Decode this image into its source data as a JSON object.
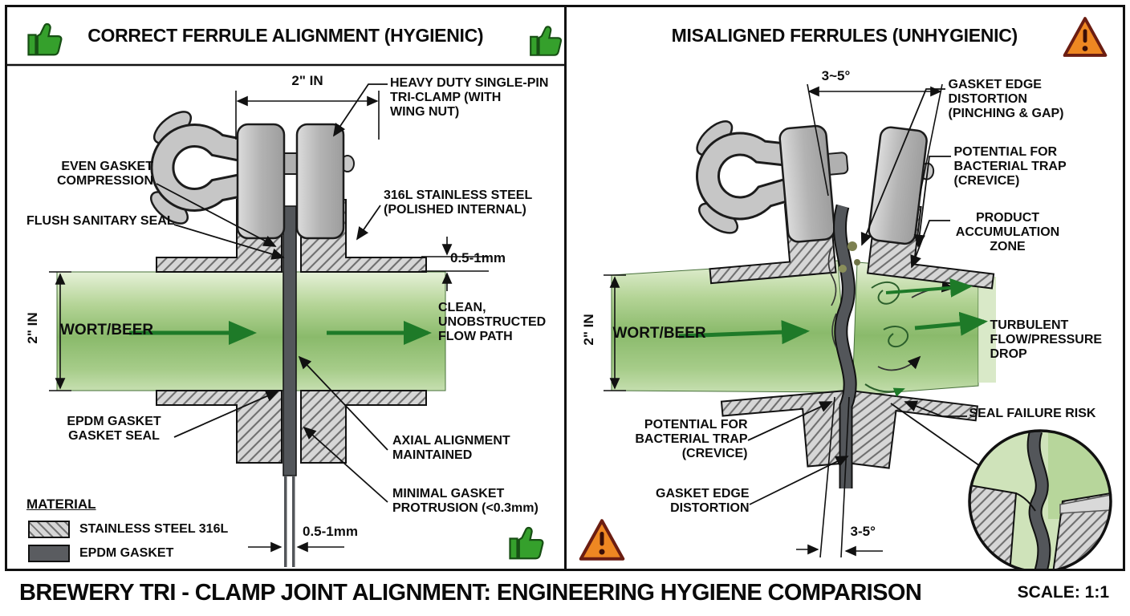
{
  "colors": {
    "flow_green": "#8cba6e",
    "arrow_green": "#1e7a28",
    "steel_gray": "#c9c9c9",
    "gasket_gray": "#53565a",
    "thumb_green": "#35a02c",
    "warning_orange": "#ee8722"
  },
  "footer": {
    "title": "BREWERY TRI - CLAMP JOINT ALIGNMENT: ENGINEERING HYGIENE COMPARISON",
    "scale": "SCALE: 1:1"
  },
  "left_panel": {
    "title": "CORRECT FERRULE ALIGNMENT (HYGIENIC)",
    "labels": {
      "dim_top": "2\" IN",
      "clamp": "HEAVY DUTY SINGLE-PIN\nTRI-CLAMP (WITH\nWING NUT)",
      "even_gasket": "EVEN GASKET\nCOMPRESSION",
      "flush_seal": "FLUSH SANITARY SEAL",
      "steel": "316L STAINLESS STEEL\n(POLISHED INTERNAL)",
      "gap_dim": "0.5-1mm",
      "pipe_dim": "2\" IN",
      "flow": "WORT/BEER",
      "clean_flow": "CLEAN,\nUNOBSTRUCTED\nFLOW PATH",
      "epdm": "EPDM GASKET\nGASKET SEAL",
      "axial": "AXIAL ALIGNMENT\nMAINTAINED",
      "protrusion": "MINIMAL GASKET\nPROTRUSION (<0.3mm)",
      "bottom_dim": "0.5-1mm"
    },
    "legend": {
      "title": "MATERIAL",
      "items": [
        {
          "label": "STAINLESS STEEL 316L",
          "swatch": "hatched"
        },
        {
          "label": "EPDM GASKET",
          "swatch": "solid"
        }
      ]
    }
  },
  "right_panel": {
    "title": "MISALIGNED FERRULES (UNHYGIENIC)",
    "labels": {
      "angle_top": "3~5°",
      "distortion_top": "GASKET EDGE\nDISTORTION\n(PINCHING & GAP)",
      "trap_top": "POTENTIAL FOR\nBACTERIAL TRAP\n(CREVICE)",
      "accumulation": "PRODUCT\nACCUMULATION\nZONE",
      "pipe_dim": "2\" IN",
      "flow": "WORT/BEER",
      "turbulent": "TURBULENT\nFLOW/PRESSURE\nDROP",
      "trap_bottom": "POTENTIAL FOR\nBACTERIAL TRAP\n(CREVICE)",
      "distortion_bottom": "GASKET EDGE\nDISTORTION",
      "seal_failure": "SEAL FAILURE RISK",
      "angle_bottom": "3-5°"
    }
  }
}
